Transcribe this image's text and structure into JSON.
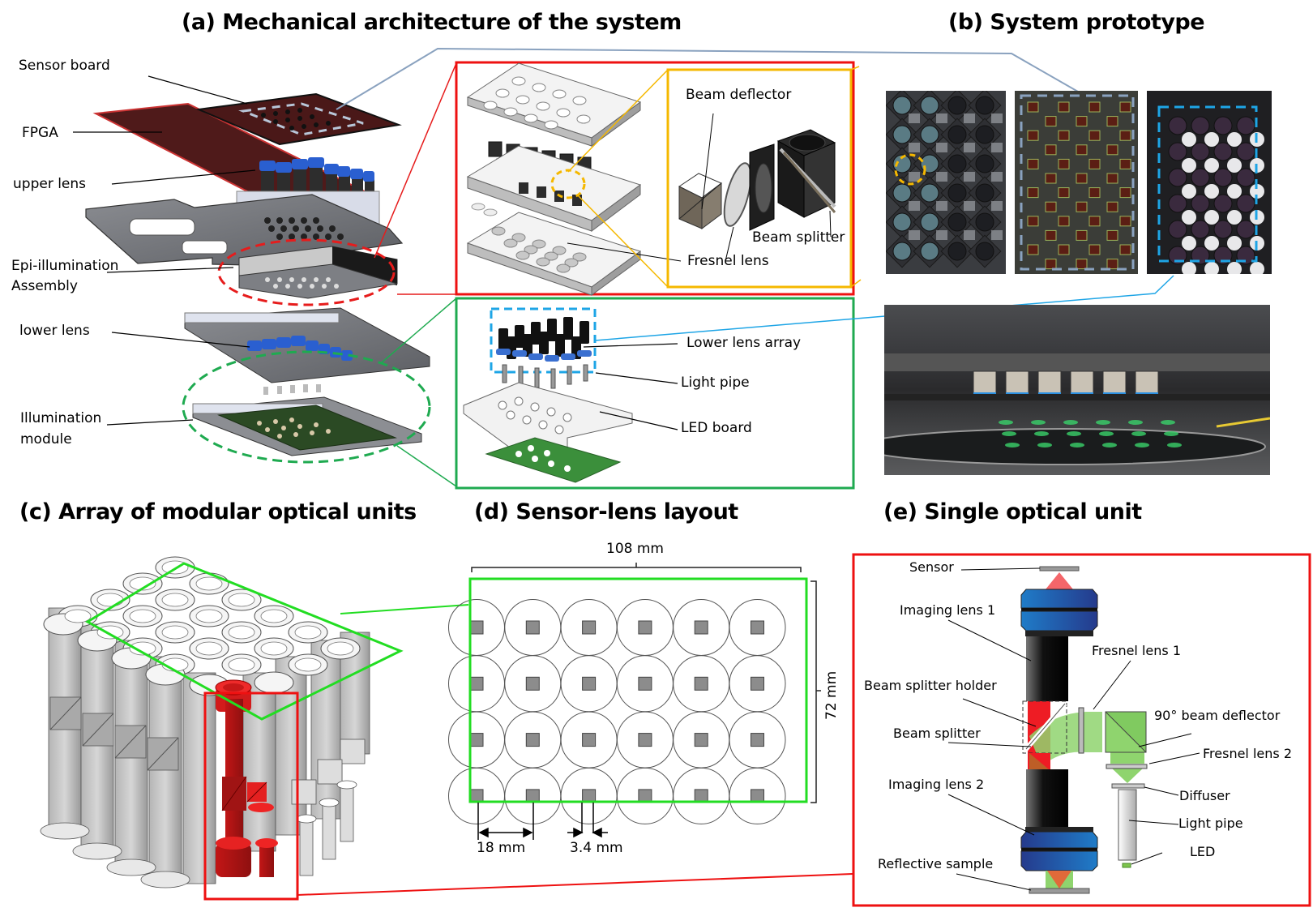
{
  "panels": {
    "a": {
      "title": "(a) Mechanical architecture of the system",
      "labels": {
        "sensor_board": "Sensor board",
        "fpga": "FPGA",
        "upper_lens": "upper lens",
        "epi_line1": "Epi-illumination",
        "epi_line2": "Assembly",
        "lower_lens": "lower lens",
        "illum_line1": "Illumination",
        "illum_line2": "module"
      },
      "epi_detail": {
        "beam_deflector": "Beam deflector",
        "beam_splitter": "Beam splitter",
        "fresnel_lens": "Fresnel lens"
      },
      "illum_detail": {
        "lower_lens_array": "Lower lens array",
        "light_pipe": "Light pipe",
        "led_board": "LED board"
      }
    },
    "b": {
      "title": "(b) System prototype"
    },
    "c": {
      "title": "(c) Array of modular optical units"
    },
    "d": {
      "title": "(d) Sensor-lens layout",
      "width_label": "108 mm",
      "height_label": "72 mm",
      "pitch_label": "18 mm",
      "sensor_label": "3.4 mm",
      "grid": {
        "rows": 4,
        "cols": 6
      }
    },
    "e": {
      "title": "(e) Single optical unit",
      "labels": {
        "sensor": "Sensor",
        "imaging_lens_1": "Imaging lens 1",
        "fresnel_lens_1": "Fresnel lens 1",
        "beam_splitter_holder": "Beam splitter holder",
        "beam_deflector": "90° beam deflector",
        "beam_splitter": "Beam splitter",
        "fresnel_lens_2": "Fresnel lens 2",
        "imaging_lens_2": "Imaging lens 2",
        "diffuser": "Diffuser",
        "light_pipe": "Light pipe",
        "led": "LED",
        "reflective_sample": "Reflective sample"
      }
    }
  },
  "colors": {
    "red_box": "#ee1111",
    "green_box": "#1faa50",
    "bright_green": "#22dd22",
    "yellow_box": "#f5b800",
    "cyan": "#1ea5e6",
    "slate": "#8aa2bf",
    "lens_blue": "#2a66c4",
    "beam_red": "#ee1c24",
    "beam_green": "#8fd46e"
  }
}
